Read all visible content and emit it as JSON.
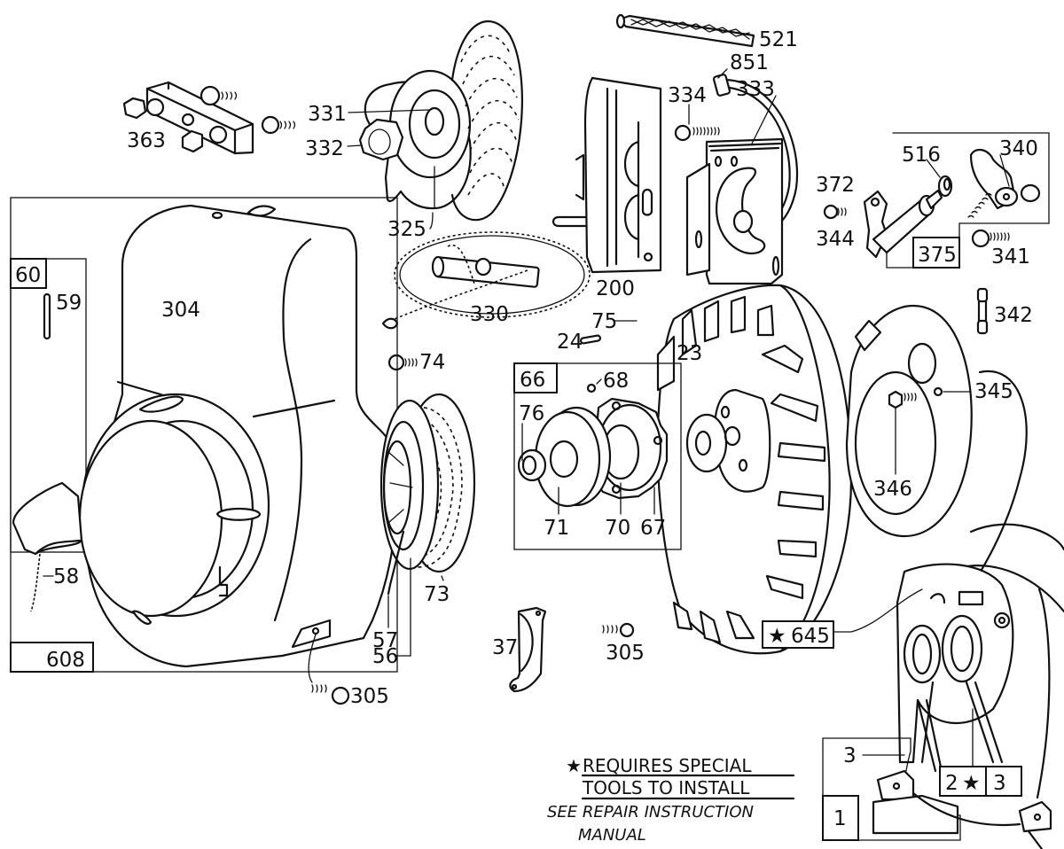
{
  "diagram": {
    "title": "Exploded parts diagram — blower housing, rewind starter, flywheel and ignition",
    "parts": {
      "p363": "363",
      "p331": "331",
      "p332": "332",
      "p325": "325",
      "p330": "330",
      "p74": "74",
      "p304": "304",
      "p60": "60",
      "p59": "59",
      "p58": "58",
      "p608": "608",
      "p73": "73",
      "p57": "57",
      "p56": "56",
      "p305a": "305",
      "p305b": "305",
      "p37": "37",
      "p521": "521",
      "p851": "851",
      "p334": "334",
      "p333": "333",
      "p200": "200",
      "p372": "372",
      "p344": "344",
      "p516": "516",
      "p340": "340",
      "p375": "375",
      "p341": "341",
      "p342": "342",
      "p75": "75",
      "p24": "24",
      "p23": "23",
      "p66": "66",
      "p68": "68",
      "p76": "76",
      "p71": "71",
      "p70": "70",
      "p67": "67",
      "p345": "345",
      "p346": "346",
      "p645": "645",
      "p3a": "3",
      "p2": "2",
      "p3b": "3",
      "p1": "1"
    },
    "star_glyph": "★",
    "note": {
      "line1": "REQUIRES SPECIAL",
      "line2": "TOOLS TO INSTALL",
      "line3": "SEE REPAIR INSTRUCTION",
      "line4": "MANUAL"
    }
  }
}
